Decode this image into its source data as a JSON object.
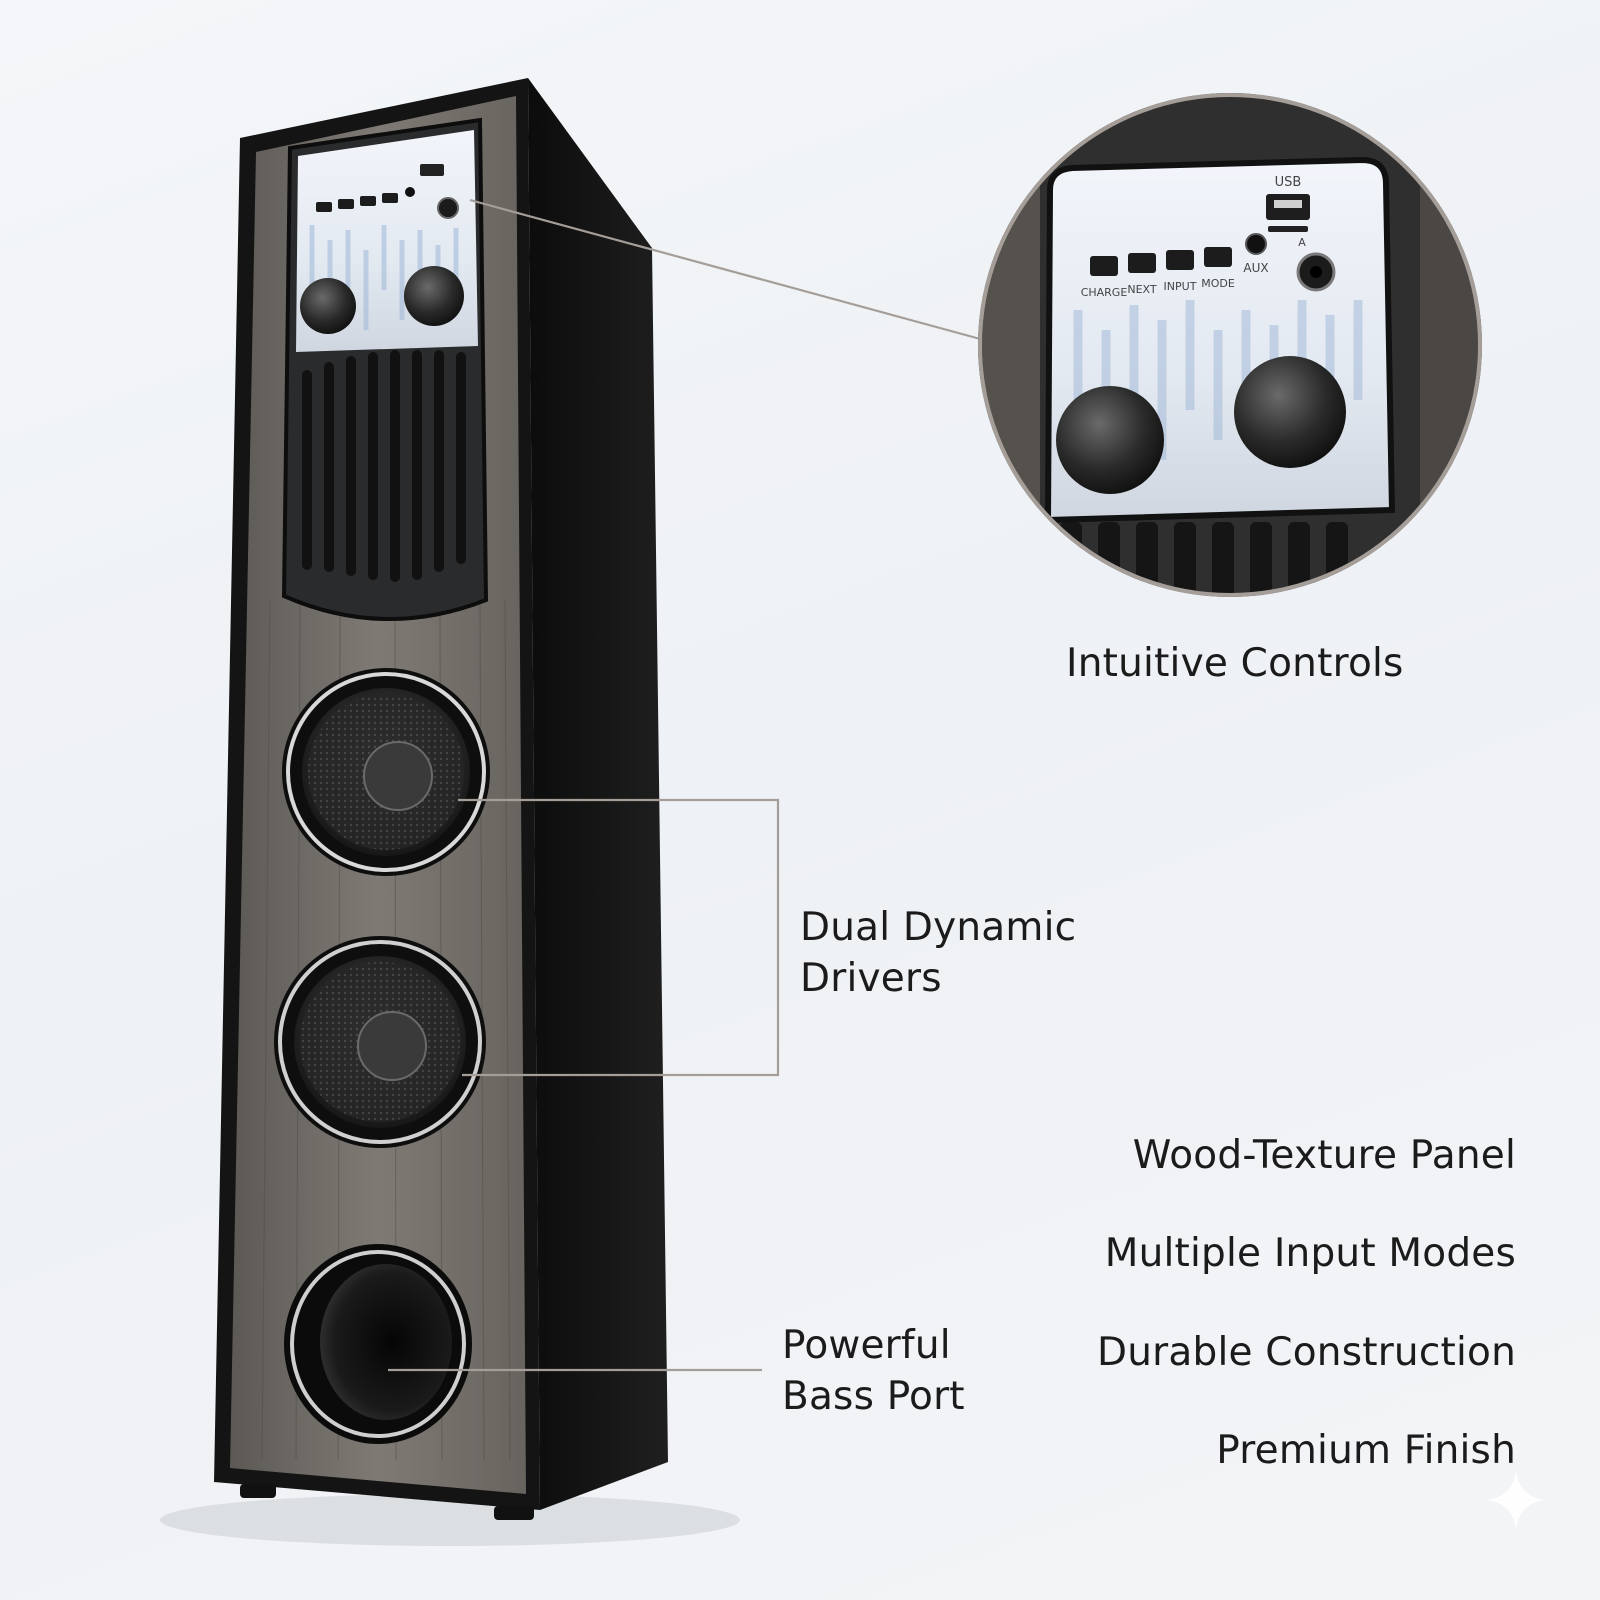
{
  "callouts": {
    "controls": "Intuitive Controls",
    "drivers": [
      "Dual Dynamic",
      "Drivers"
    ],
    "bass_port": [
      "Powerful",
      "Bass Port"
    ]
  },
  "features": [
    "Wood-Texture Panel",
    "Multiple Input Modes",
    "Durable Construction",
    "Premium Finish"
  ],
  "panel": {
    "usb": "USB",
    "aux": "AUX",
    "buttons": [
      "CHARGE",
      "NEXT",
      "INPUT",
      "MODE"
    ],
    "jack_marker": "A"
  },
  "colors": {
    "cabinet": "#141414",
    "wood_panel": "#77736e",
    "leader_line": "#a59e98",
    "text": "#1b1b1b",
    "led_glow": "#3d7ed6"
  }
}
